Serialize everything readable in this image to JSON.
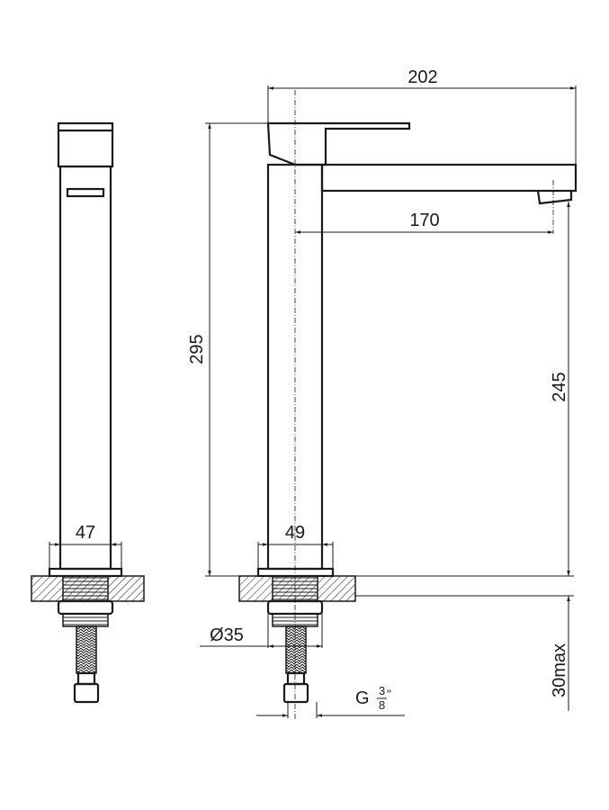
{
  "drawing": {
    "dimensions": {
      "overall_width": "202",
      "spout_reach": "170",
      "overall_height": "295",
      "spout_height": "245",
      "side_body_width": "47",
      "front_body_width": "49",
      "hole_diameter": "Ø35",
      "counter_thickness": "30max",
      "connection_prefix": "G",
      "connection_numerator": "3",
      "connection_denominator": "8",
      "connection_suffix": "\""
    },
    "line_color": "#1a1a1a"
  }
}
